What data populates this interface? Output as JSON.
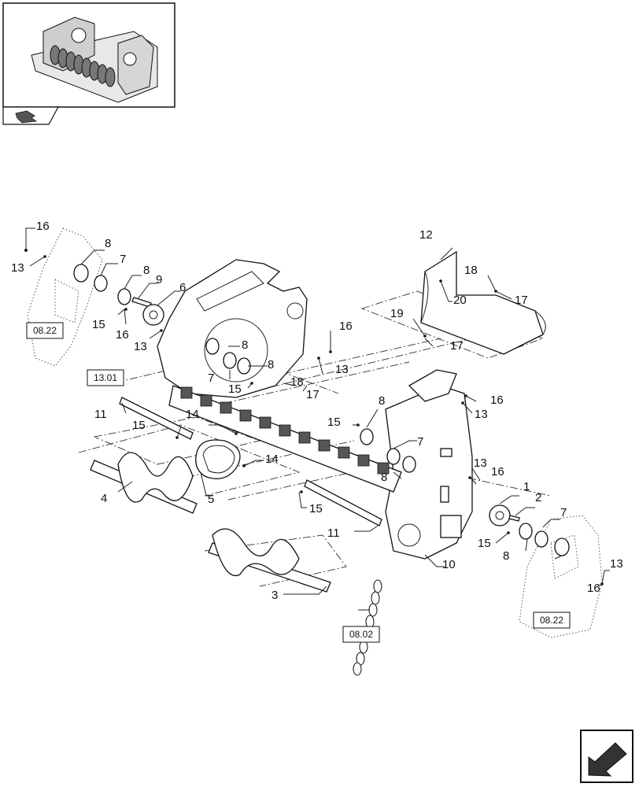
{
  "diagram": {
    "callouts": {
      "c1": "1",
      "c2": "2",
      "c3": "3",
      "c4": "4",
      "c5": "5",
      "c6": "6",
      "c7a": "7",
      "c7b": "7",
      "c7c": "7",
      "c7d": "7",
      "c8a": "8",
      "c8b": "8",
      "c8c": "8",
      "c8d": "8",
      "c8e": "8",
      "c8f": "8",
      "c8g": "8",
      "c9": "9",
      "c10": "10",
      "c11a": "11",
      "c11b": "11",
      "c12": "12",
      "c13a": "13",
      "c13b": "13",
      "c13c": "13",
      "c13d": "13",
      "c13e": "13",
      "c13f": "13",
      "c14a": "14",
      "c14b": "14",
      "c15a": "15",
      "c15b": "15",
      "c15c": "15",
      "c15d": "15",
      "c15e": "15",
      "c15f": "15",
      "c16a": "16",
      "c16b": "16",
      "c16c": "16",
      "c16d": "16",
      "c16e": "16",
      "c16f": "16",
      "c17a": "17",
      "c17b": "17",
      "c17c": "17",
      "c18a": "18",
      "c18b": "18",
      "c19": "19",
      "c20": "20"
    },
    "references": {
      "r0822a": "08.22",
      "r1301": "13.01",
      "r0802": "08.02",
      "r0822b": "08.22"
    }
  }
}
